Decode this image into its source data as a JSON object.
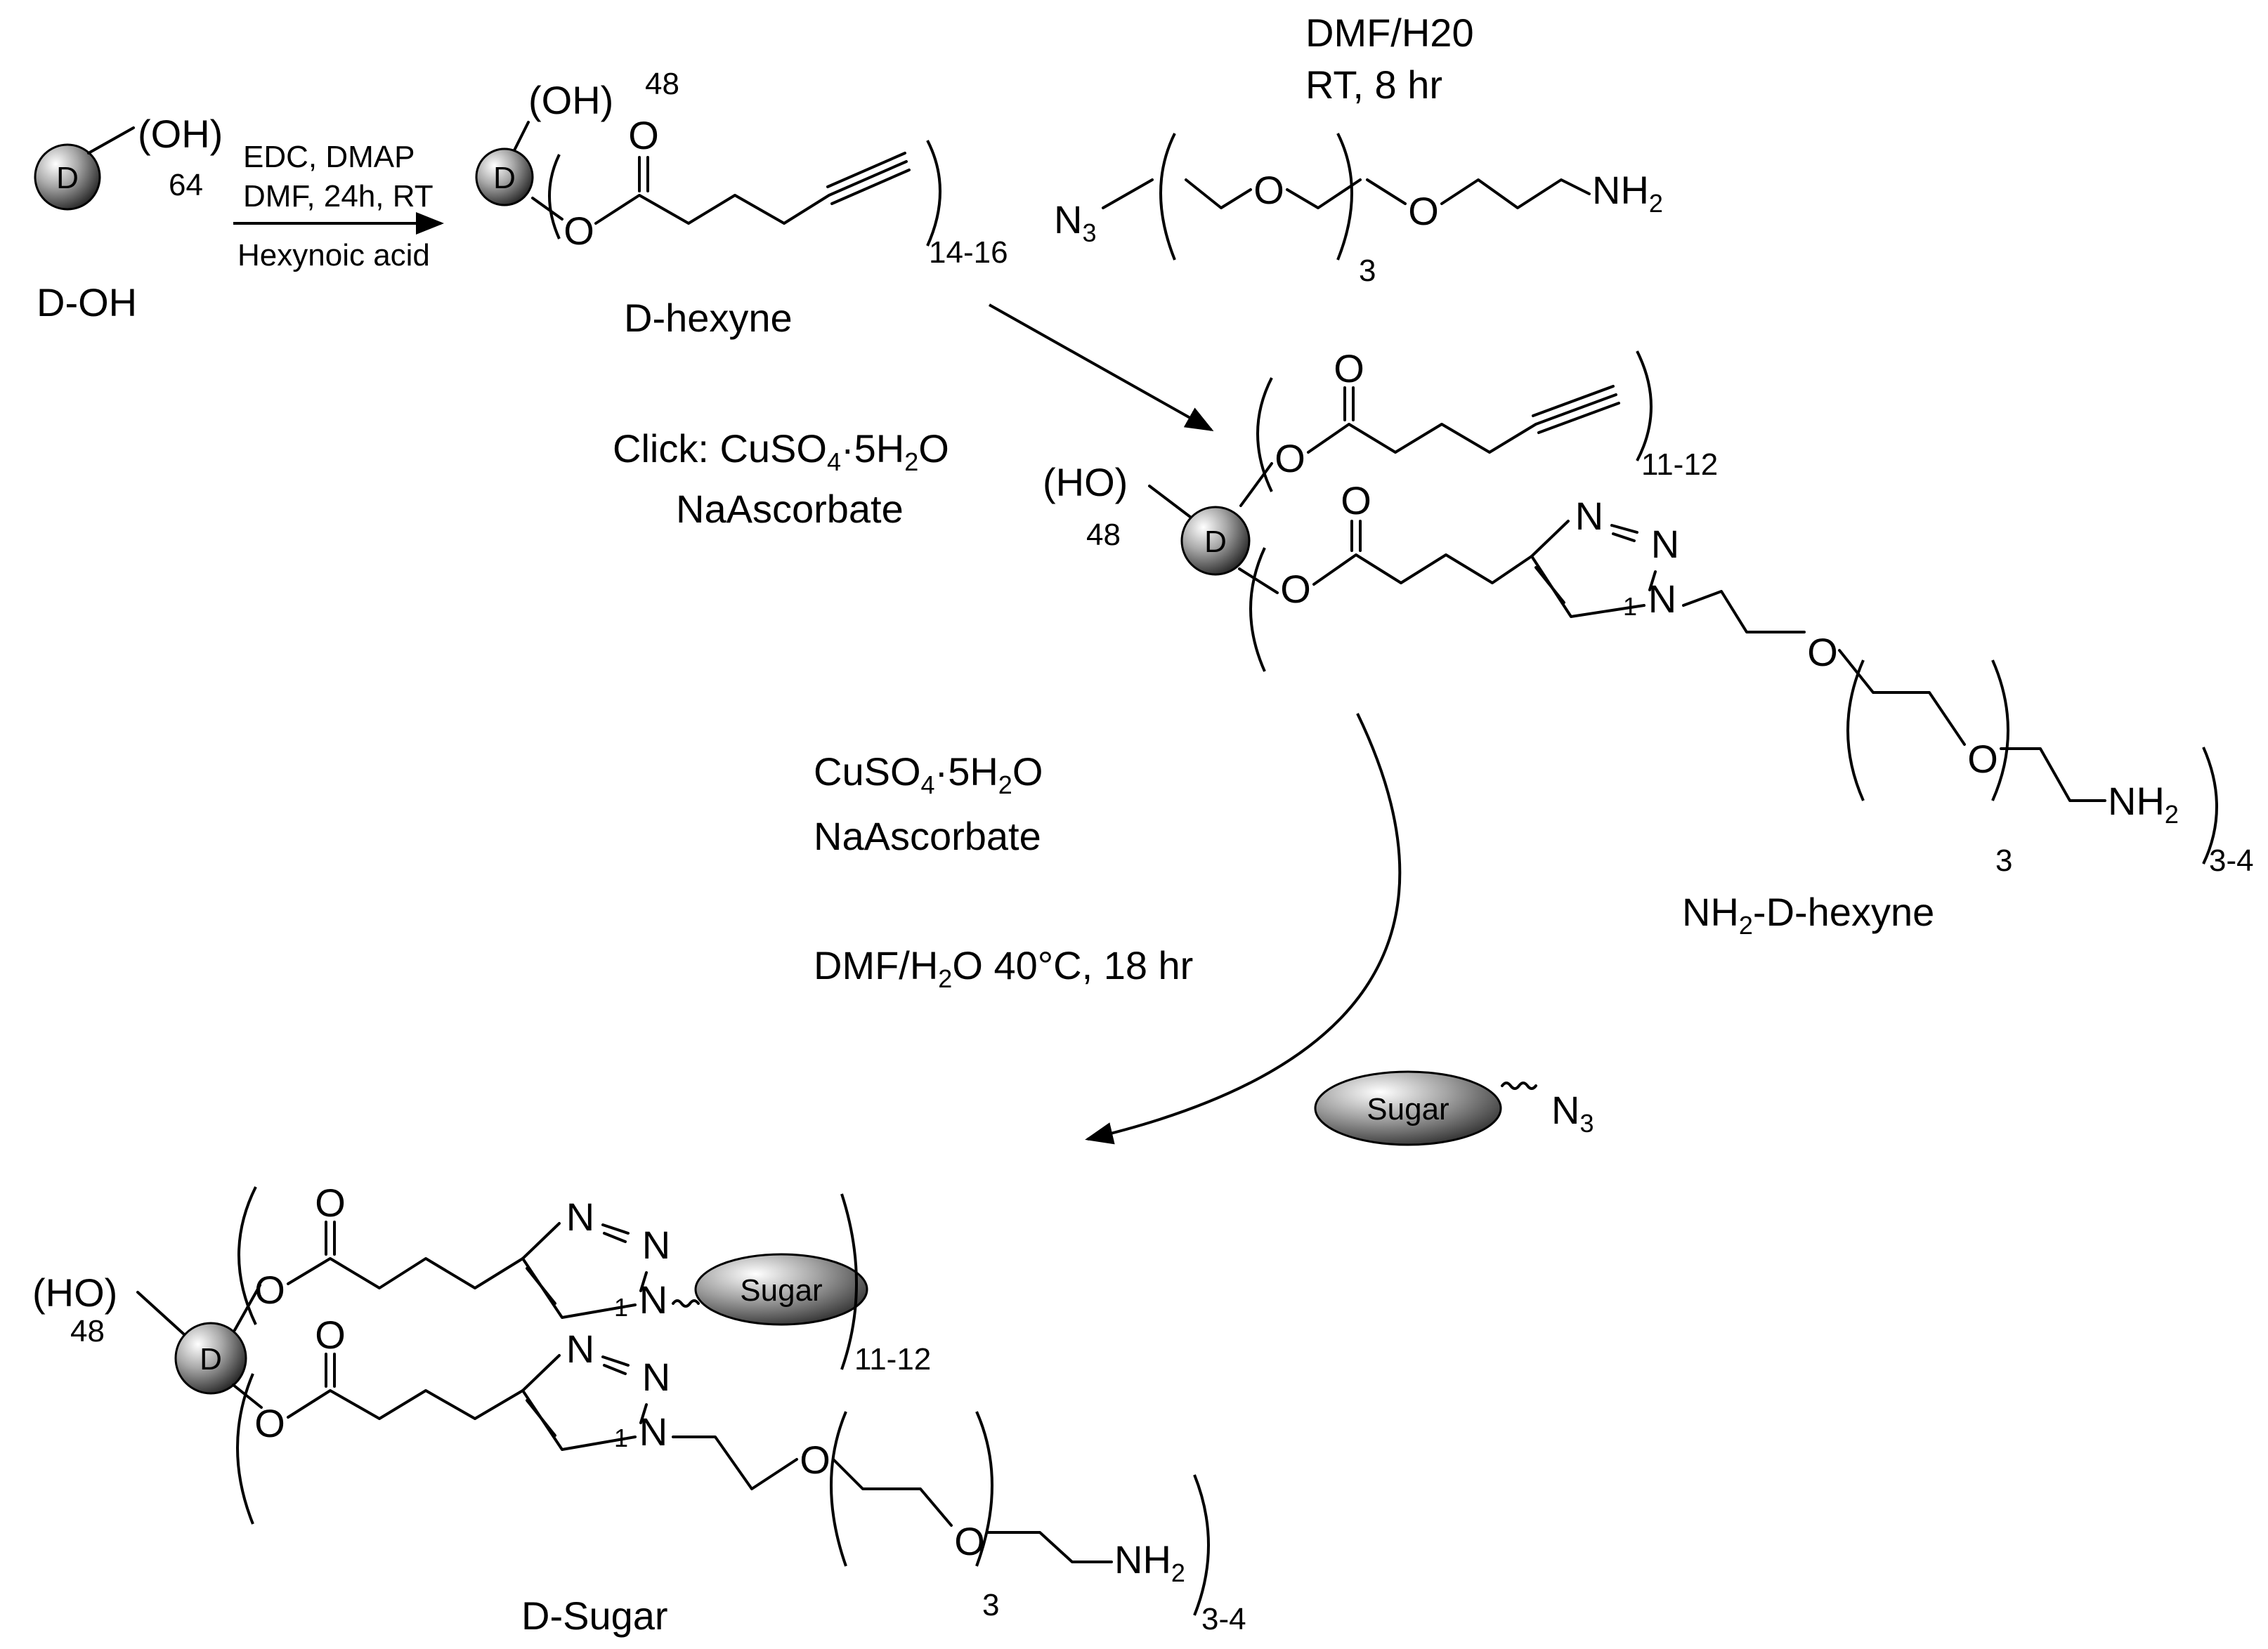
{
  "dendrimer_letter": "D",
  "sugar_label": "Sugar",
  "atoms": {
    "oxygen": "O",
    "nitrogen": "N"
  },
  "compounds": {
    "d_oh": {
      "name": "D-OH",
      "group": "(OH)",
      "count": "64"
    },
    "d_hexyne": {
      "name": "D-hexyne",
      "group": "(OH)",
      "group_count": "48",
      "repeat": "14-16"
    },
    "peg_amine": {
      "azide": "N",
      "azide_sub": "3",
      "amine": "NH",
      "amine_sub": "2",
      "repeat": "3"
    },
    "nh2_d_hexyne": {
      "name_pre": "NH",
      "name_sub": "2",
      "name_post": "-D-hexyne",
      "group": "(HO)",
      "group_count": "48",
      "alkyne_repeat": "11-12",
      "peg_repeat": "3",
      "outer_repeat": "3-4",
      "amine": "NH",
      "amine_sub": "2"
    },
    "sugar_azide": {
      "azide": "N",
      "azide_sub": "3"
    },
    "d_sugar": {
      "name": "D-Sugar",
      "group": "(HO)",
      "group_count": "48",
      "sugar_repeat": "11-12",
      "peg_repeat": "3",
      "outer_repeat": "3-4",
      "amine": "NH",
      "amine_sub": "2"
    }
  },
  "conditions": {
    "step1": {
      "line1": "EDC, DMAP",
      "line2": "DMF, 24h, RT",
      "line3": "Hexynoic acid"
    },
    "step2": {
      "line1": "DMF/H20",
      "line2": "RT, 8 hr"
    },
    "click": {
      "prefix": "Click: CuSO",
      "sub1": "4",
      "mid": "5H",
      "sub2": "2",
      "suffix": "O",
      "line2": "NaAscorbate"
    },
    "step3": {
      "cu_prefix": "CuSO",
      "sub1": "4",
      "mid": "5H",
      "sub2": "2",
      "suffix": "O",
      "line2": "NaAscorbate",
      "line3_prefix": "DMF/H",
      "line3_sub": "2",
      "line3_suffix": "O 40°C, 18 hr"
    }
  }
}
